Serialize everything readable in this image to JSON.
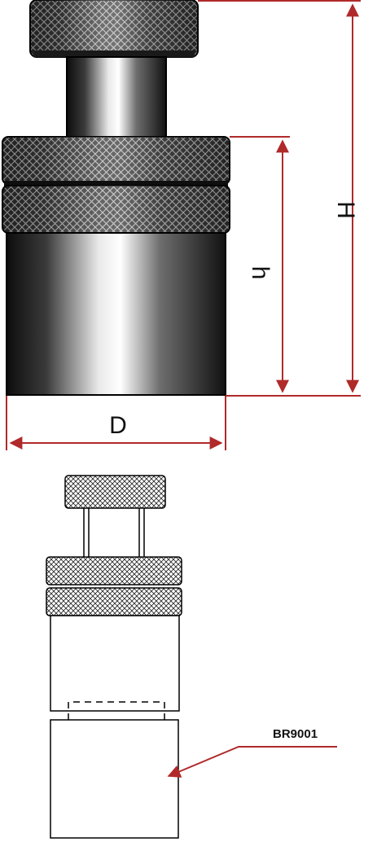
{
  "dimensions": {
    "height_total": "H",
    "height_body": "h",
    "diameter": "D"
  },
  "callout": {
    "part_number": "BR9001"
  },
  "colors": {
    "dimension_line": "#b02a2a",
    "metal_dark": "#141414",
    "metal_light": "#f2f2f2",
    "outline": "#000000"
  }
}
